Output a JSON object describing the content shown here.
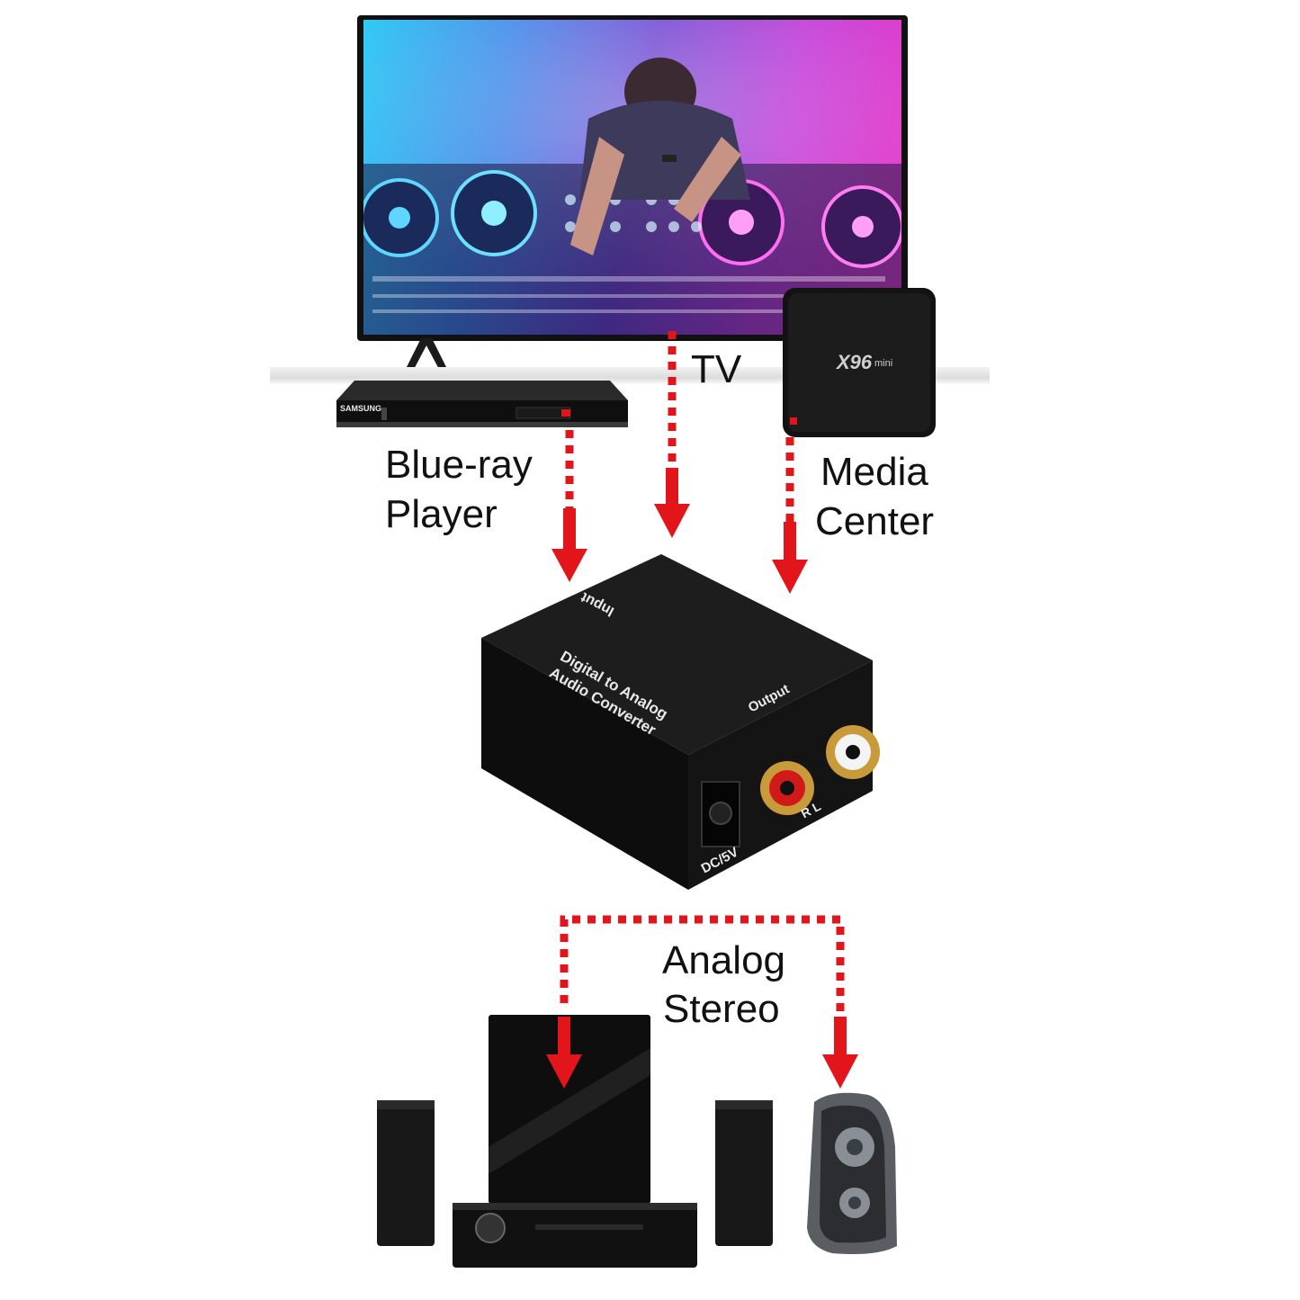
{
  "labels": {
    "tv": "TV",
    "bluray_line1": "Blue-ray",
    "bluray_line2": "Player",
    "media_line1": "Media",
    "media_line2": "Center",
    "analog_line1": "Analog",
    "analog_line2": "Stereo"
  },
  "devices": {
    "x96_brand": "X96",
    "x96_sub": "mini",
    "bluray_brand": "SAMSUNG",
    "converter_input": "Input",
    "converter_title_1": "Digital  to Analog",
    "converter_title_2": "Audio Converter",
    "converter_output": "Output",
    "converter_power": "DC/5V",
    "converter_rl": "R  L"
  },
  "colors": {
    "arrow": "#e2161a",
    "device_black": "#151515"
  }
}
